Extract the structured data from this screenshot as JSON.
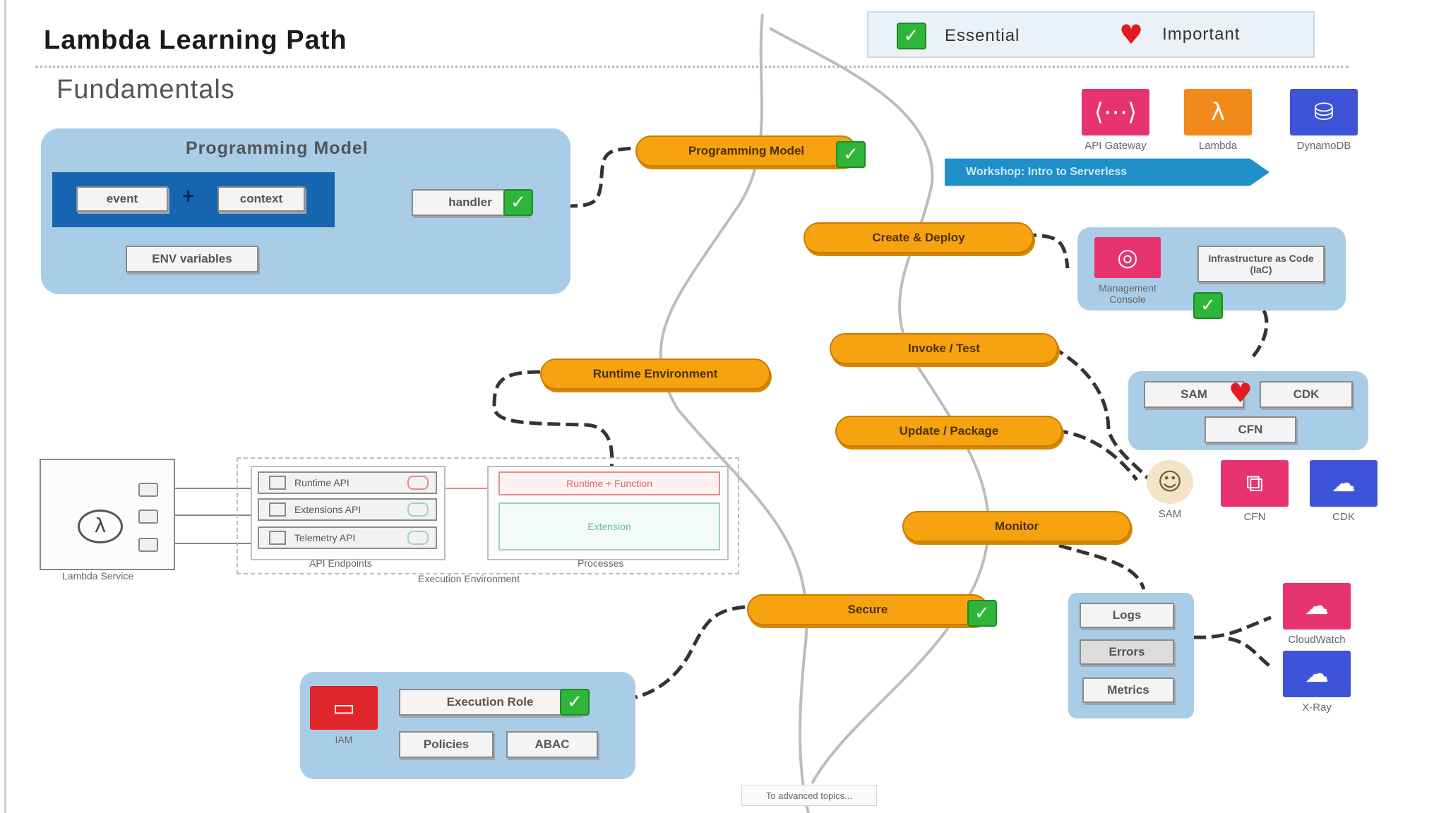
{
  "header": {
    "title": "Lambda Learning Path",
    "subtitle": "Fundamentals"
  },
  "legend": {
    "essential": "Essential",
    "important": "Important"
  },
  "programming_model": {
    "title": "Programming Model",
    "event": "event",
    "plus": "+",
    "context": "context",
    "env": "ENV variables",
    "handler": "handler"
  },
  "steps": {
    "programming_model": "Programming Model",
    "create_deploy": "Create & Deploy",
    "invoke_test": "Invoke / Test",
    "update_package": "Update / Package",
    "runtime_environment": "Runtime Environment",
    "monitor": "Monitor",
    "secure": "Secure"
  },
  "workshop": "Workshop: Intro to Serverless",
  "services": {
    "api_gateway": "API Gateway",
    "lambda": "Lambda",
    "dynamodb": "DynamoDB",
    "management_console": "Management Console",
    "sam": "SAM",
    "cfn": "CFN",
    "cdk": "CDK",
    "cloudwatch": "CloudWatch",
    "xray": "X-Ray",
    "iam": "IAM"
  },
  "deploy_panel": {
    "iac": "Infrastructure as Code (IaC)"
  },
  "tools_panel": {
    "sam": "SAM",
    "cdk": "CDK",
    "cfn": "CFN"
  },
  "execution_env": {
    "lambda_service": "Lambda Service",
    "runtime_api": "Runtime API",
    "extensions_api": "Extensions API",
    "telemetry_api": "Telemetry API",
    "api_endpoints": "API Endpoints",
    "runtime_function": "Runtime + Function",
    "extension": "Extension",
    "processes": "Processes",
    "execution_environment": "Execution Environment"
  },
  "monitor_panel": {
    "logs": "Logs",
    "errors": "Errors",
    "metrics": "Metrics"
  },
  "secure_panel": {
    "execution_role": "Execution Role",
    "policies": "Policies",
    "abac": "ABAC"
  },
  "footer": "To advanced topics..."
}
